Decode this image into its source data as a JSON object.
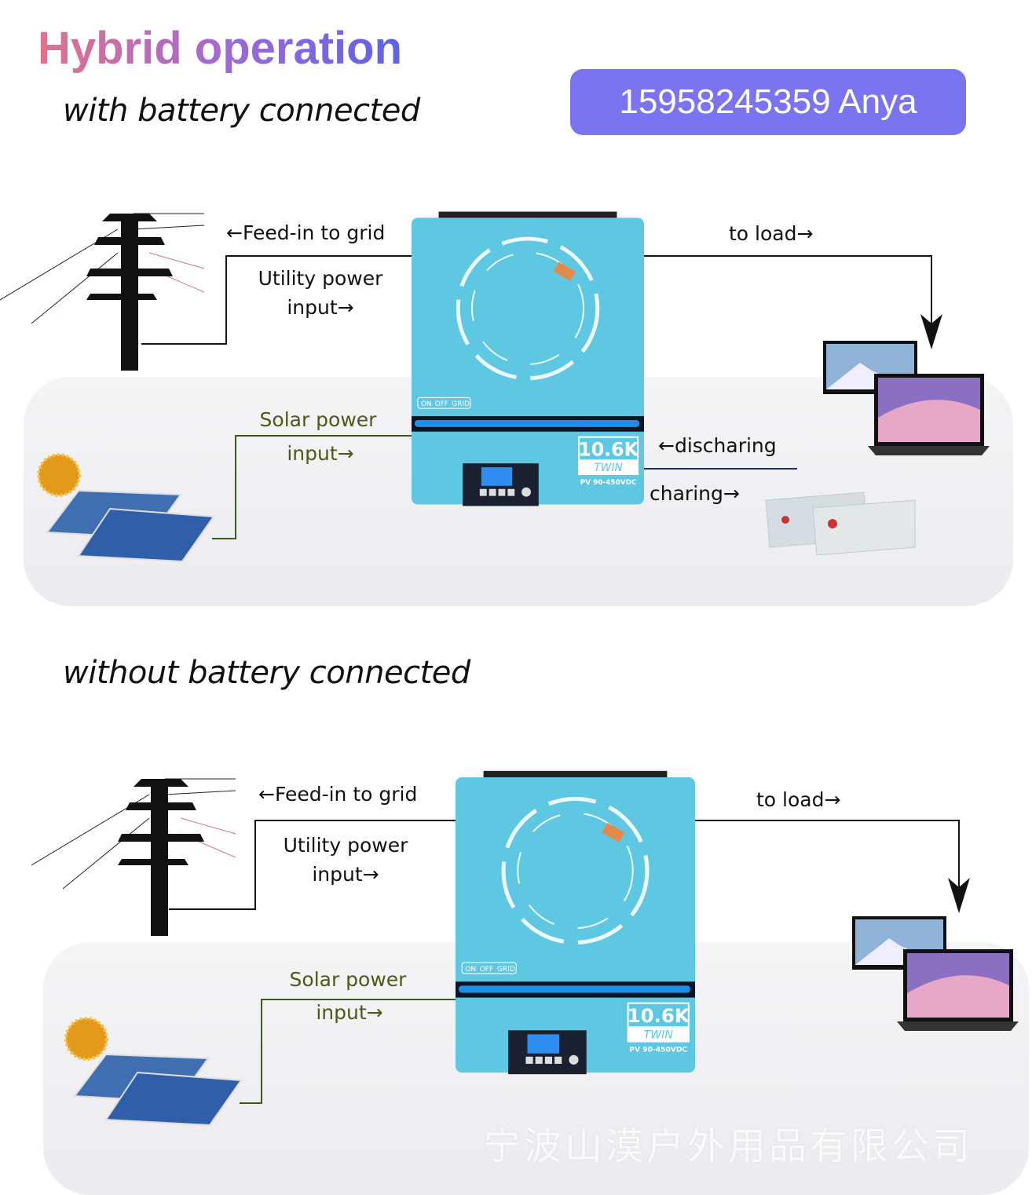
{
  "title": "Hybrid operation",
  "contact": "15958245359 Anya",
  "sections": [
    {
      "subtitle": "with battery connected",
      "feed_in": "←Feed-in to grid",
      "utility_1": "Utility power",
      "utility_2": "input→",
      "solar_1": "Solar power",
      "solar_2": "input→",
      "to_load": "to load→",
      "discharging": "←discharing",
      "charging": "charing→"
    },
    {
      "subtitle": "without battery connected",
      "feed_in": "←Feed-in to grid",
      "utility_1": "Utility power",
      "utility_2": "input→",
      "solar_1": "Solar power",
      "solar_2": "input→",
      "to_load": "to load→"
    }
  ],
  "inverter": {
    "switch_on": "ON",
    "switch_off": "OFF",
    "switch_grid": "GRID",
    "model": "10.6K",
    "series": "TWIN",
    "pv_range": "PV 90-450VDC"
  },
  "watermark": "宁波山漠户外用品有限公司",
  "colors": {
    "inverter": "#5ec8e2",
    "badge": "#7b74f0",
    "solar_line": "#3d5a1a",
    "battery_line": "#1e2e6e"
  }
}
